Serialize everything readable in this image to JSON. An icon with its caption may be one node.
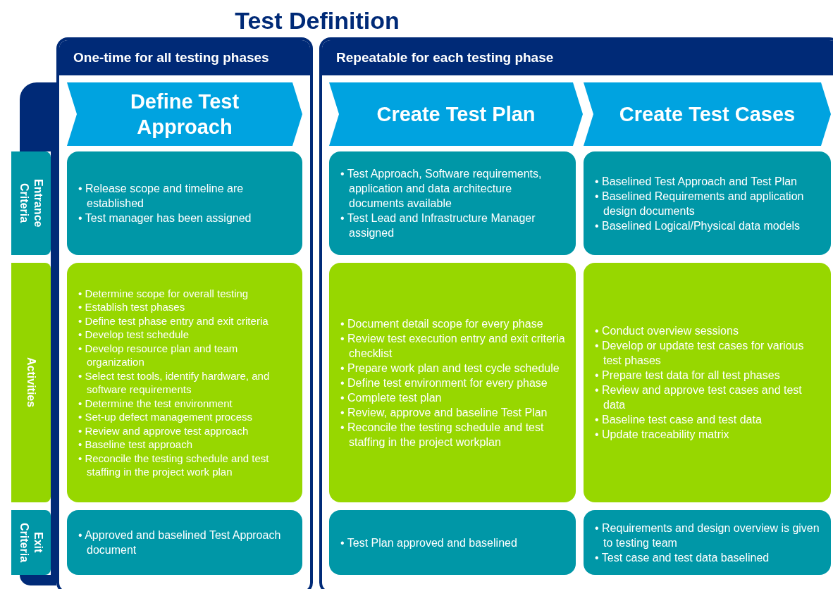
{
  "diagram": {
    "title": "Test Definition",
    "nodes": [
      {
        "text": [
          "One-time for all testing phases"
        ]
      },
      {
        "text": [
          "Define Test Approach"
        ],
        "in": 0
      },
      {
        "text": [
          "• Release scope and timeline are established",
          "• Test manager has been assigned"
        ],
        "in": 0
      },
      {
        "text": [
          "• Determine scope for overall testing",
          "• Establish test phases",
          "• Define test phase entry and exit criteria",
          "• Develop test schedule",
          "• Develop resource plan and team organization",
          "• Select test tools, identify hardware, and software requirements",
          "• Determine the test environment",
          "• Set-up defect management process",
          "• Review and approve test approach",
          "• Baseline test approach",
          "• Reconcile the testing schedule and test staffing in the project work plan"
        ],
        "in": 0
      },
      {
        "text": [
          "• Approved and baselined Test Approach document"
        ],
        "in": 0
      },
      {
        "text": [
          "Repeatable for each testing phase"
        ]
      },
      {
        "text": [
          "Create Test Plan"
        ],
        "in": 5
      },
      {
        "text": [
          "Create Test Cases"
        ],
        "in": 5
      },
      {
        "text": [
          "• Test Approach, Software requirements, application and data architecture documents available",
          "• Test Lead and Infrastructure Manager assigned"
        ],
        "in": 5
      },
      {
        "text": [
          "• Baselined Test Approach and Test Plan",
          "• Baselined Requirements and application design documents",
          "• Baselined Logical/Physical data models"
        ],
        "in": 5
      },
      {
        "text": [
          "• Document detail scope for every phase",
          "• Review test execution entry and exit criteria checklist",
          "• Prepare work plan and test cycle schedule",
          "• Define test environment for every phase",
          "• Complete test plan",
          "• Review, approve and baseline Test Plan",
          "• Reconcile the testing schedule and test staffing in the project workplan"
        ],
        "in": 5
      },
      {
        "text": [
          "• Conduct overview sessions",
          "• Develop or update test cases for various test phases",
          "• Prepare test data for all test phases",
          "• Review and approve test cases and test data",
          "• Baseline test case and test data",
          "• Update traceability matrix"
        ],
        "in": 5
      },
      {
        "text": [
          "• Test Plan approved and baselined"
        ],
        "in": 5
      },
      {
        "text": [
          "• Requirements and design overview is given to testing team",
          "• Test case and test data baselined"
        ],
        "in": 5
      },
      {
        "text": [
          "Entrance Criteria"
        ]
      },
      {
        "text": [
          "Activities"
        ]
      },
      {
        "text": [
          "Exit Criteria"
        ]
      },
      {
        "text": [],
        "shape": "band"
      }
    ]
  }
}
